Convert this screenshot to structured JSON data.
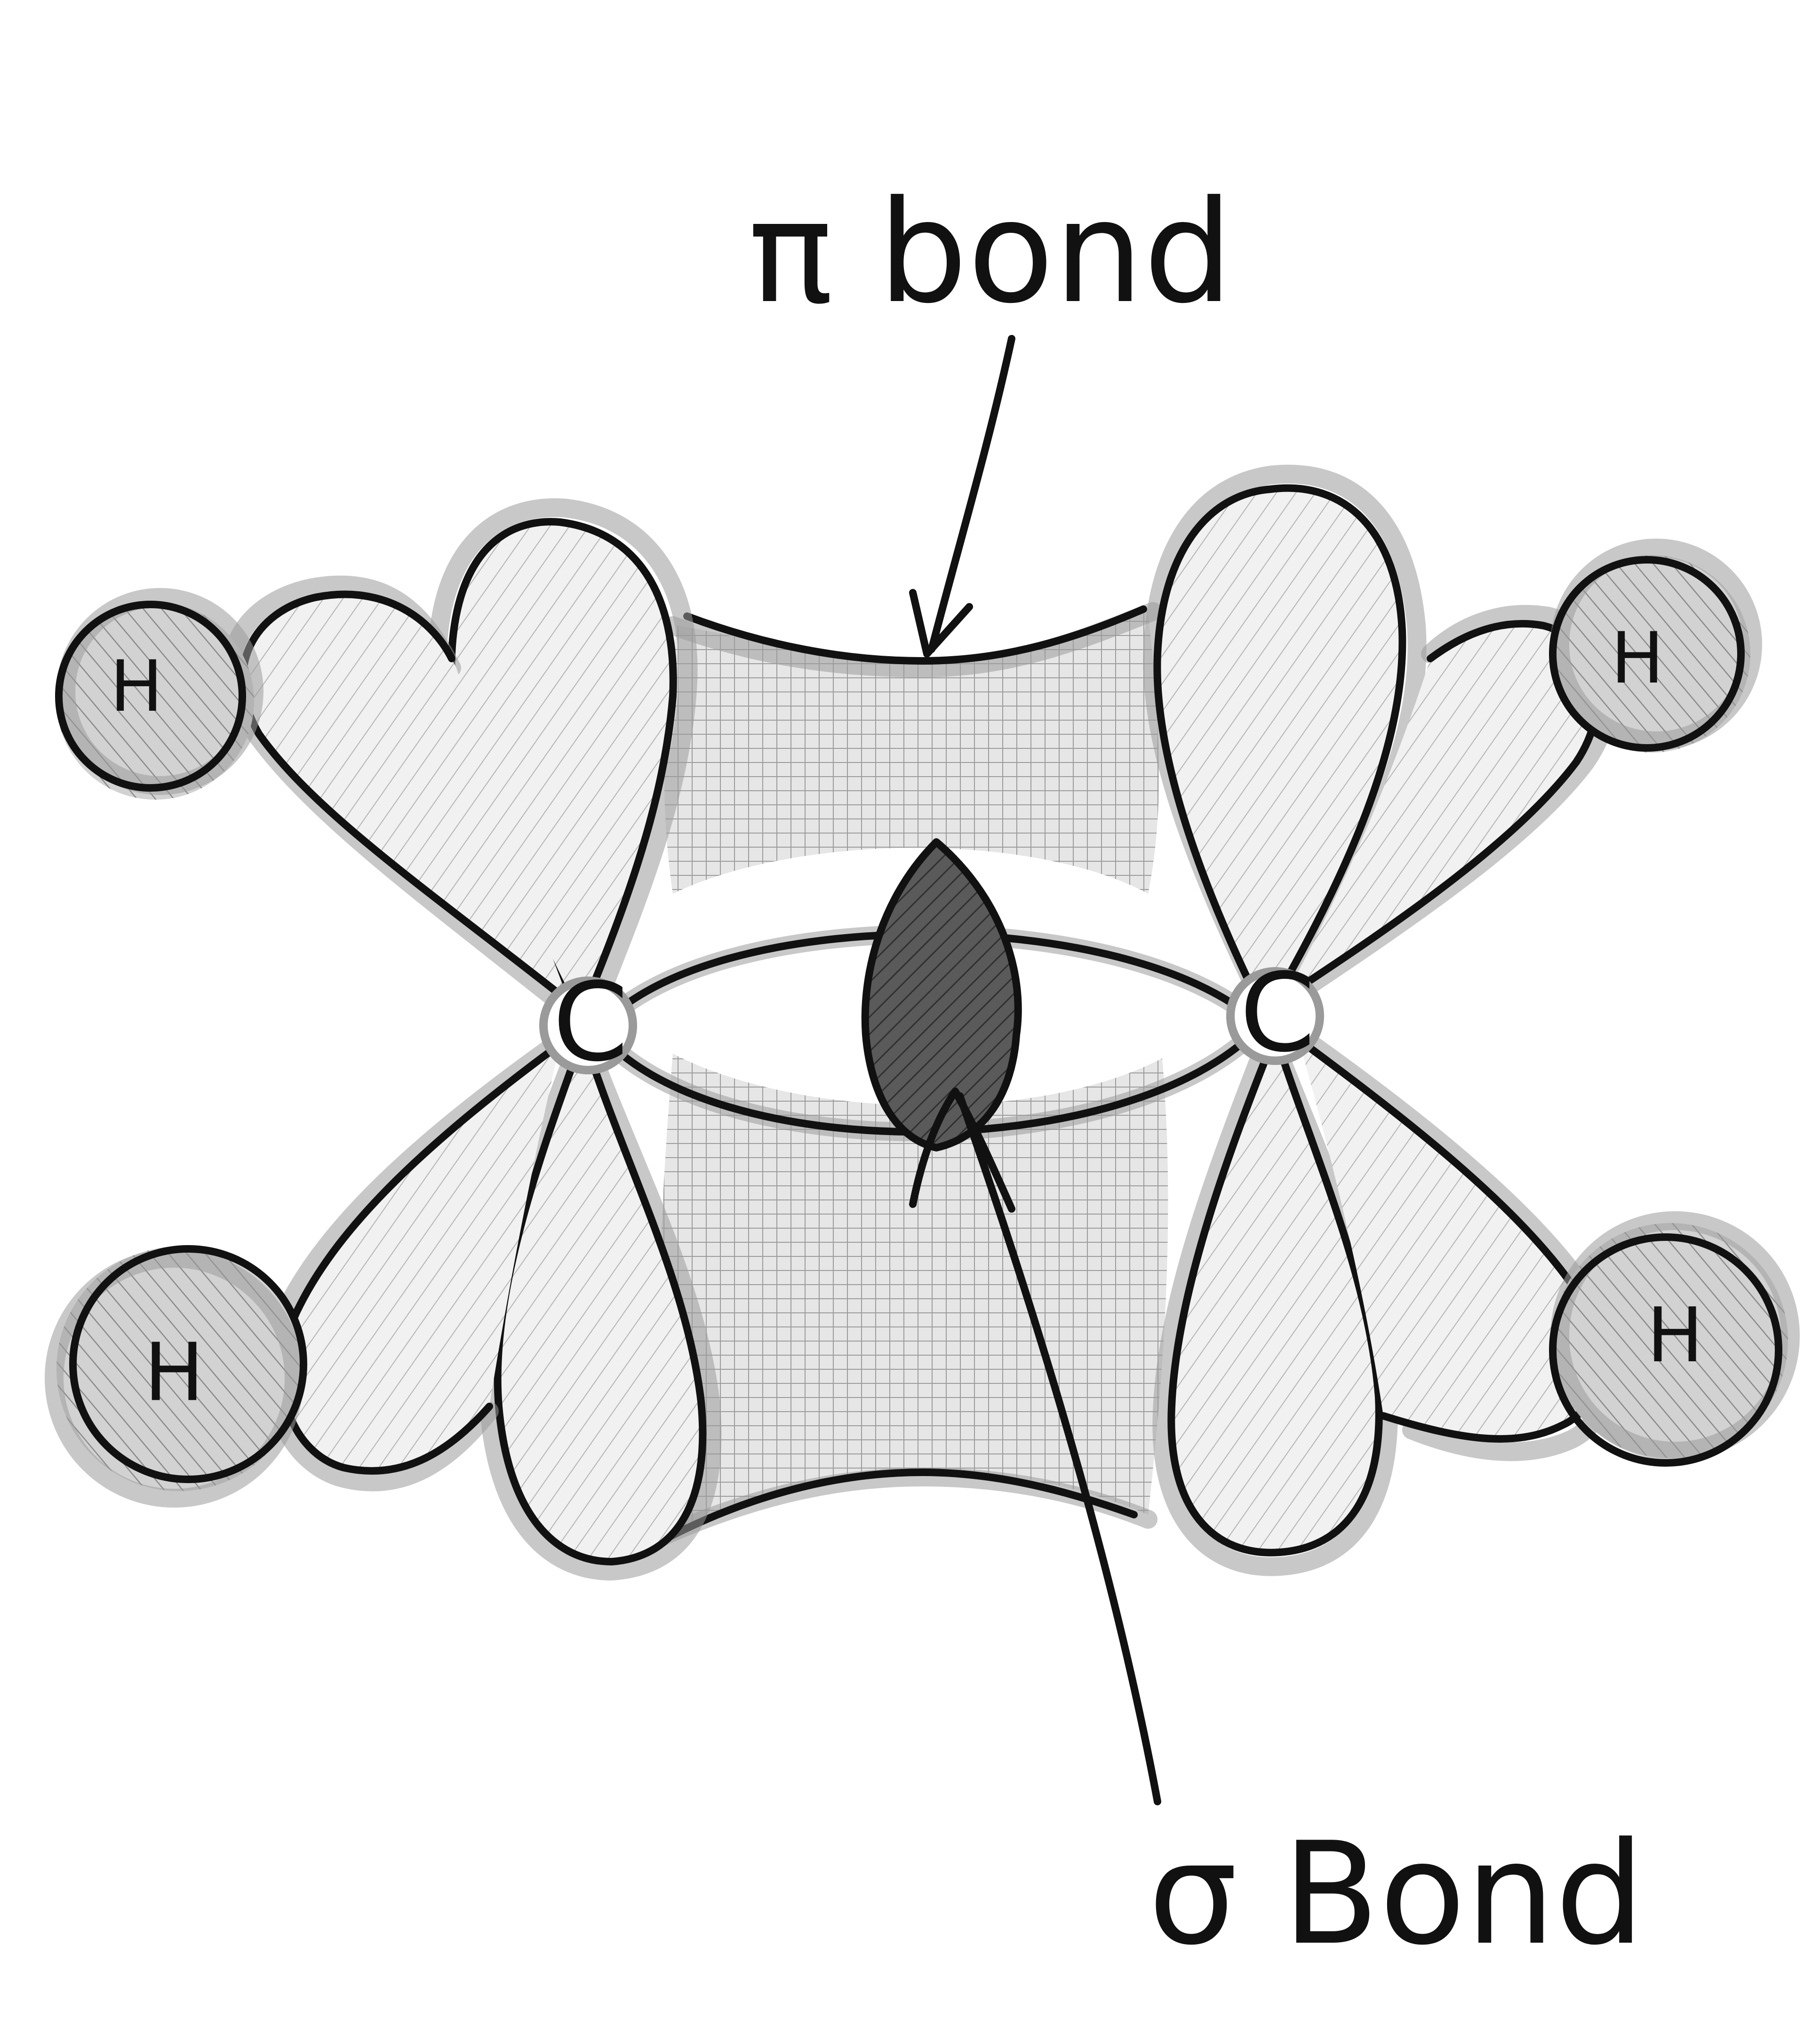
{
  "labels": {
    "pi_bond": "π bond",
    "sigma_bond": "σ Bond"
  },
  "atoms": {
    "carbon_left": "C",
    "carbon_right": "C",
    "hydrogen_top_left": "H",
    "hydrogen_top_right": "H",
    "hydrogen_bottom_left": "H",
    "hydrogen_bottom_right": "H"
  },
  "colors": {
    "ink": "#111111",
    "shading": "#9a9a9a",
    "sigma_fill": "#555555",
    "background": "#ffffff"
  }
}
